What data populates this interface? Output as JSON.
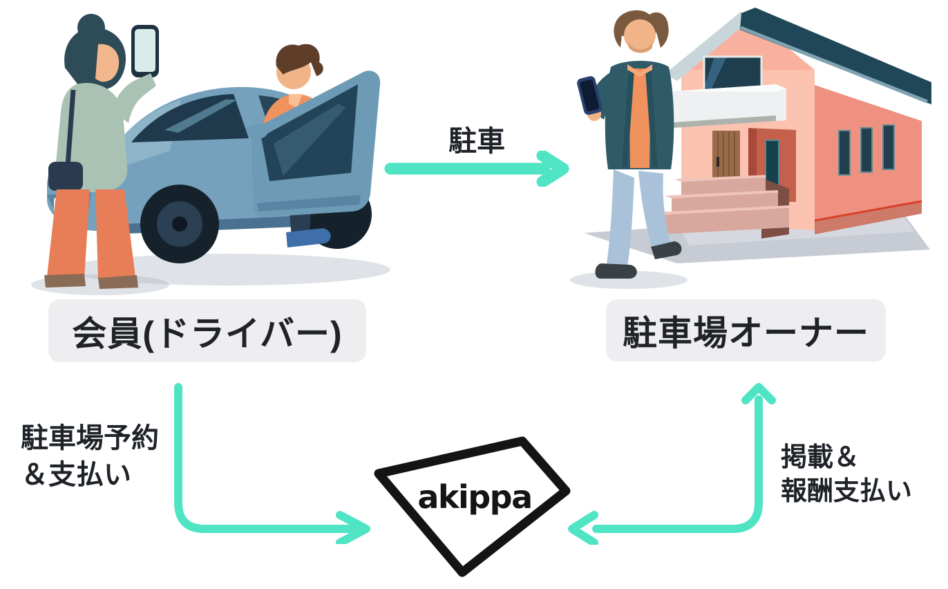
{
  "entities": {
    "driver": {
      "label": "会員(ドライバー)"
    },
    "owner": {
      "label": "駐車場オーナー"
    }
  },
  "flows": {
    "parking": {
      "label": "駐車",
      "direction": "driver-to-owner"
    },
    "reserve_pay": {
      "line1": "駐車場予約",
      "line2": "＆支払い",
      "direction": "driver-to-akippa"
    },
    "list_reward": {
      "line1": "掲載＆",
      "line2": "報酬支払い",
      "direction": "akippa-and-owner"
    }
  },
  "logo": {
    "text": "akippa"
  },
  "colors": {
    "arrow": "#4FE4C4",
    "label_background": "#EEEEF0",
    "text": "#1F2328",
    "logo": "#141414",
    "background": "#FFFFFF"
  },
  "illustrations": {
    "left": "driver-woman-with-phone-man-and-blue-car",
    "right": "owner-man-with-phone-and-pink-house"
  }
}
